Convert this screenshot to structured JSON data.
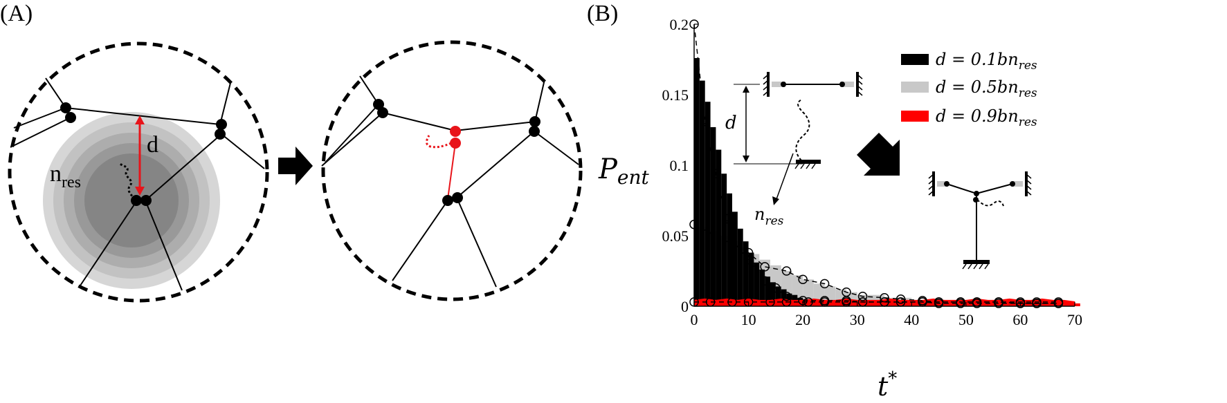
{
  "panel_a": {
    "label": "(A)",
    "d_label": "d",
    "nres_main": "n",
    "nres_sub": "res"
  },
  "panel_b": {
    "label": "(B)",
    "inset_d": "d",
    "inset_nres_main": "n",
    "inset_nres_sub": "res"
  },
  "colors": {
    "black_series": "#000000",
    "gray_series": "#c8c8c8",
    "red_series": "#ff0000",
    "red_accent": "#e8141a"
  },
  "chart_data": {
    "type": "area",
    "ylabel_main": "P",
    "ylabel_sub": "ent",
    "xlabel_main": "t",
    "xlabel_sup": "*",
    "xlim": [
      0,
      70
    ],
    "ylim": [
      0,
      0.2
    ],
    "xticks": [
      0,
      10,
      20,
      30,
      40,
      50,
      60,
      70
    ],
    "yticks": [
      0,
      0.05,
      0.1,
      0.15,
      0.2
    ],
    "xtick_labels": [
      "0",
      "10",
      "20",
      "30",
      "40",
      "50",
      "60",
      "70"
    ],
    "ytick_labels": [
      "0",
      "0.05",
      "0.1",
      "0.15",
      "0.2"
    ],
    "legend_position": "top-right",
    "series": [
      {
        "name_prefix": "d = 0.1bn",
        "name_sub": "res",
        "color": "#000000",
        "x": [
          0,
          1,
          2,
          3,
          4,
          5,
          6,
          7,
          8,
          9,
          10,
          11,
          12,
          13,
          14,
          15,
          16,
          17,
          18,
          19,
          20,
          22,
          24,
          26,
          28,
          30,
          35,
          40,
          45,
          50,
          55,
          60,
          65,
          67
        ],
        "values": [
          0.176,
          0.16,
          0.145,
          0.127,
          0.111,
          0.094,
          0.08,
          0.067,
          0.055,
          0.046,
          0.038,
          0.031,
          0.026,
          0.021,
          0.017,
          0.014,
          0.012,
          0.009,
          0.008,
          0.006,
          0.005,
          0.004,
          0.003,
          0.003,
          0.002,
          0.002,
          0.002,
          0.002,
          0.002,
          0.002,
          0.002,
          0.001,
          0.001,
          0.001
        ],
        "fit_x": [
          0,
          2,
          4,
          6,
          7,
          10,
          13,
          15,
          17,
          20,
          24,
          28,
          31,
          35,
          38,
          42,
          45,
          49,
          52,
          56,
          60,
          63,
          67
        ],
        "fit_y": [
          0.2,
          0.131,
          0.094,
          0.062,
          0.047,
          0.033,
          0.018,
          0.013,
          0.007,
          0.004,
          0.004,
          0.004,
          0.003,
          0.003,
          0.003,
          0.003,
          0.002,
          0.002,
          0.002,
          0.002,
          0.002,
          0.002,
          0.002
        ]
      },
      {
        "name_prefix": "d = 0.5bn",
        "name_sub": "res",
        "color": "#c8c8c8",
        "x": [
          0,
          2,
          4,
          6,
          8,
          10,
          12,
          14,
          16,
          18,
          20,
          22,
          24,
          26,
          28,
          30,
          35,
          40,
          45,
          50,
          55,
          60,
          65,
          67
        ],
        "values": [
          0.056,
          0.053,
          0.05,
          0.046,
          0.042,
          0.037,
          0.033,
          0.029,
          0.025,
          0.022,
          0.019,
          0.016,
          0.014,
          0.012,
          0.01,
          0.008,
          0.006,
          0.004,
          0.003,
          0.003,
          0.002,
          0.002,
          0.002,
          0.002
        ],
        "fit_x": [
          0,
          7,
          10,
          13,
          17,
          20,
          24,
          28,
          31,
          35,
          38,
          42,
          45,
          49,
          52,
          56,
          60,
          63,
          67
        ],
        "fit_y": [
          0.058,
          0.044,
          0.038,
          0.028,
          0.025,
          0.019,
          0.016,
          0.01,
          0.007,
          0.006,
          0.005,
          0.004,
          0.003,
          0.003,
          0.003,
          0.003,
          0.002,
          0.002,
          0.002
        ]
      },
      {
        "name_prefix": "d = 0.9bn",
        "name_sub": "res",
        "color": "#ff0000",
        "x": [
          0,
          2,
          4,
          6,
          8,
          10,
          12,
          14,
          16,
          18,
          20,
          22,
          24,
          26,
          28,
          30,
          32,
          34,
          36,
          38,
          40,
          42,
          44,
          46,
          48,
          50,
          52,
          54,
          56,
          58,
          60,
          62,
          64,
          66,
          68,
          70
        ],
        "values": [
          0.003,
          0.004,
          0.003,
          0.004,
          0.003,
          0.004,
          0.003,
          0.003,
          0.004,
          0.003,
          0.003,
          0.004,
          0.003,
          0.003,
          0.004,
          0.003,
          0.003,
          0.003,
          0.004,
          0.003,
          0.003,
          0.003,
          0.004,
          0.003,
          0.003,
          0.003,
          0.004,
          0.003,
          0.003,
          0.004,
          0.003,
          0.003,
          0.004,
          0.003,
          0.003,
          0.002
        ],
        "fit_x": [
          0,
          3,
          7,
          10,
          14,
          17,
          21,
          24,
          28,
          31,
          35,
          38,
          42,
          45,
          49,
          52,
          56,
          60,
          63,
          67
        ],
        "fit_y": [
          0.003,
          0.003,
          0.003,
          0.003,
          0.003,
          0.003,
          0.003,
          0.003,
          0.003,
          0.003,
          0.003,
          0.003,
          0.003,
          0.003,
          0.003,
          0.003,
          0.003,
          0.003,
          0.003,
          0.003
        ]
      }
    ]
  }
}
